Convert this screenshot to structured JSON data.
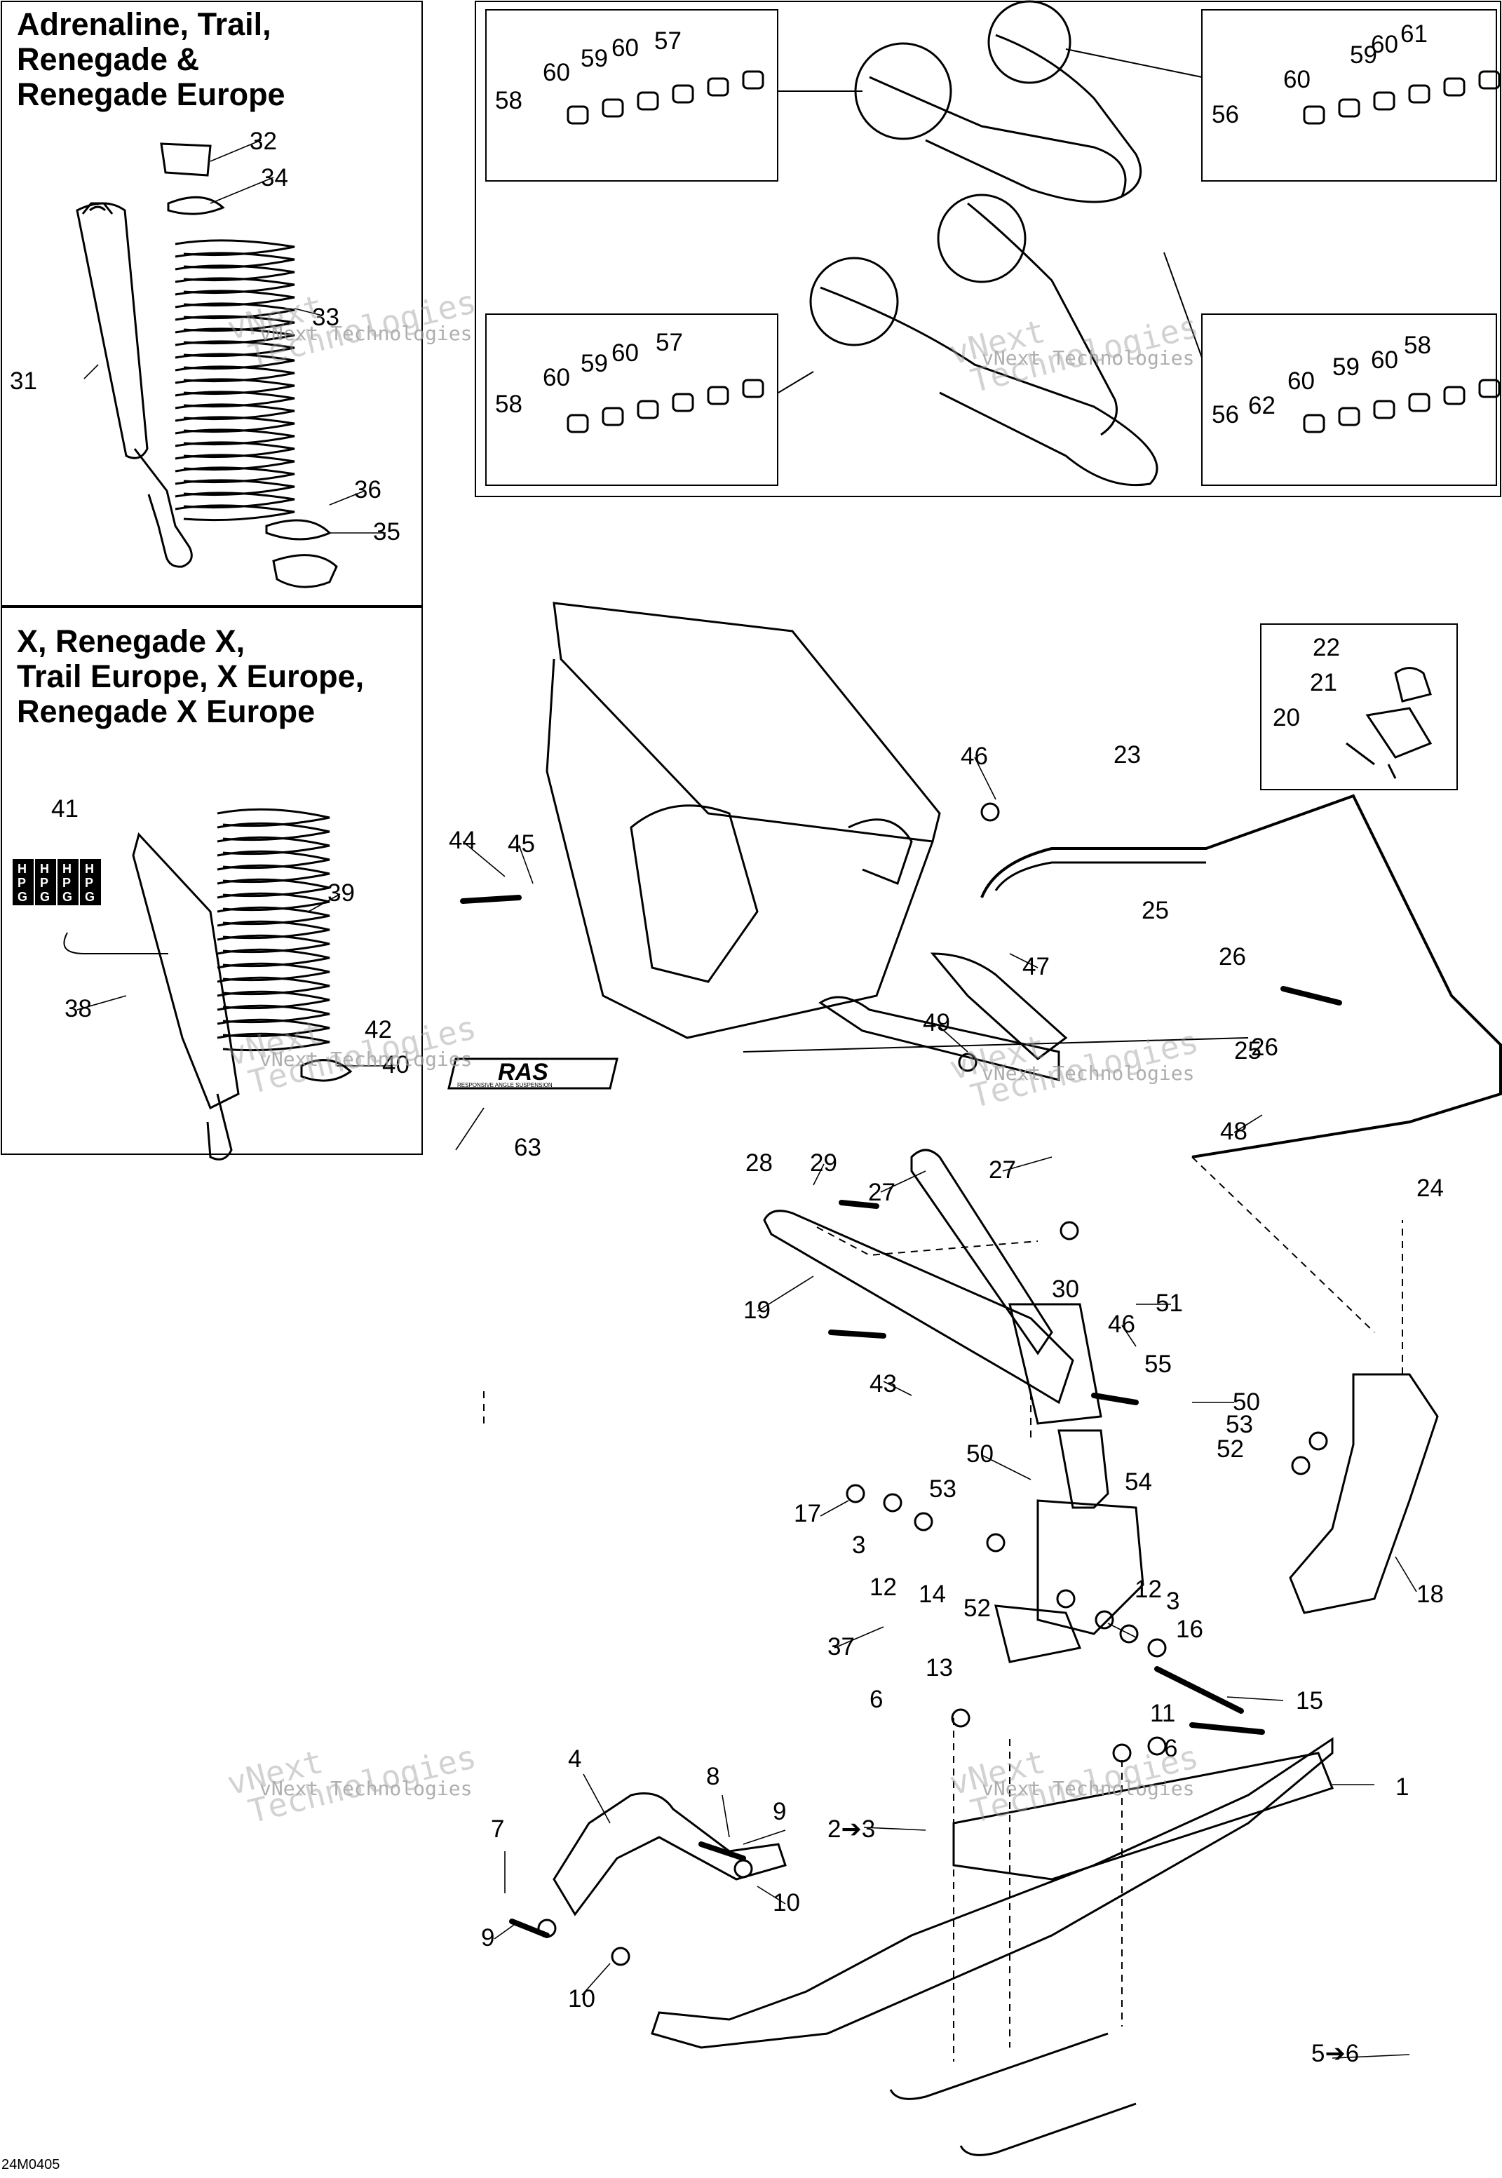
{
  "panels": {
    "top_left_title": "Adrenaline, Trail,\nRenegade &\nRenegade Europe",
    "mid_left_title": "X, Renegade X,\nTrail Europe, X Europe,\nRenegade X Europe"
  },
  "figure_code": "24M0405",
  "watermark": {
    "line1": "vNext Technologies",
    "line2": "vNext\nTechnologies"
  },
  "logo": {
    "text": "RAS",
    "tagline": "RESPONSIVE ANGLE SUSPENSION"
  },
  "badge_text": "HPG",
  "callouts": [
    "1",
    "2➔3",
    "3",
    "3",
    "4",
    "5➔6",
    "6",
    "6",
    "7",
    "8",
    "9",
    "9",
    "10",
    "10",
    "11",
    "12",
    "12",
    "13",
    "14",
    "15",
    "16",
    "17",
    "18",
    "19",
    "20",
    "21",
    "22",
    "23",
    "24",
    "25",
    "25",
    "26",
    "26",
    "27",
    "27",
    "28",
    "29",
    "30",
    "31",
    "32",
    "33",
    "34",
    "35",
    "36",
    "37",
    "38",
    "39",
    "40",
    "41",
    "42",
    "43",
    "44",
    "45",
    "46",
    "46",
    "47",
    "48",
    "49",
    "50",
    "50",
    "51",
    "52",
    "52",
    "53",
    "53",
    "54",
    "55",
    "56",
    "56",
    "57",
    "57",
    "58",
    "58",
    "58",
    "59",
    "59",
    "59",
    "59",
    "60",
    "60",
    "60",
    "60",
    "60",
    "60",
    "60",
    "60",
    "61",
    "62",
    "63"
  ],
  "colors": {
    "line": "#000000",
    "watermark": "#9a9a9a",
    "background": "#ffffff"
  }
}
